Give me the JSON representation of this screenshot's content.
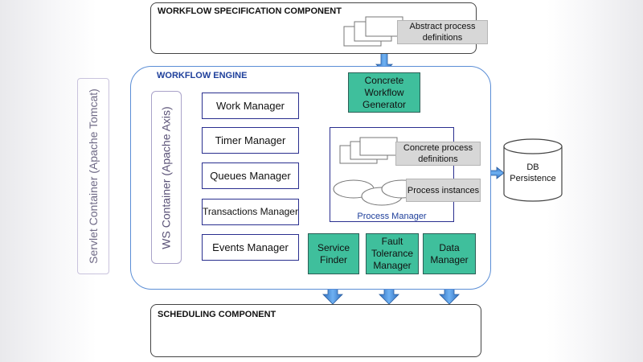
{
  "workflow_spec": {
    "title": "WORKFLOW SPECIFICATION COMPONENT",
    "abstract_label": "Abstract process definitions"
  },
  "servlet_container": {
    "label": "Servlet Container (Apache Tomcat)"
  },
  "workflow_engine": {
    "title": "WORKFLOW ENGINE"
  },
  "ws_container": {
    "label": "WS Container (Apache Axis)"
  },
  "managers": [
    {
      "label": "Work Manager"
    },
    {
      "label": "Timer Manager"
    },
    {
      "label": "Queues Manager"
    },
    {
      "label": "Transactions Manager"
    },
    {
      "label": "Events Manager"
    }
  ],
  "concrete_generator": {
    "label": "Concrete Workflow Generator"
  },
  "process_manager": {
    "title": "Process Manager",
    "concrete_label": "Concrete process definitions",
    "instances_label": "Process instances"
  },
  "bottom_services": [
    {
      "label": "Service Finder"
    },
    {
      "label": "Fault Tolerance Manager"
    },
    {
      "label": "Data Manager"
    }
  ],
  "db": {
    "label": "DB Persistence"
  },
  "scheduling": {
    "title": "SCHEDULING COMPONENT"
  },
  "colors": {
    "teal": "#3fbf9c",
    "arrow": "#4a90d9",
    "engine_border": "#5b8ed6",
    "navy": "#2a2f8f"
  }
}
